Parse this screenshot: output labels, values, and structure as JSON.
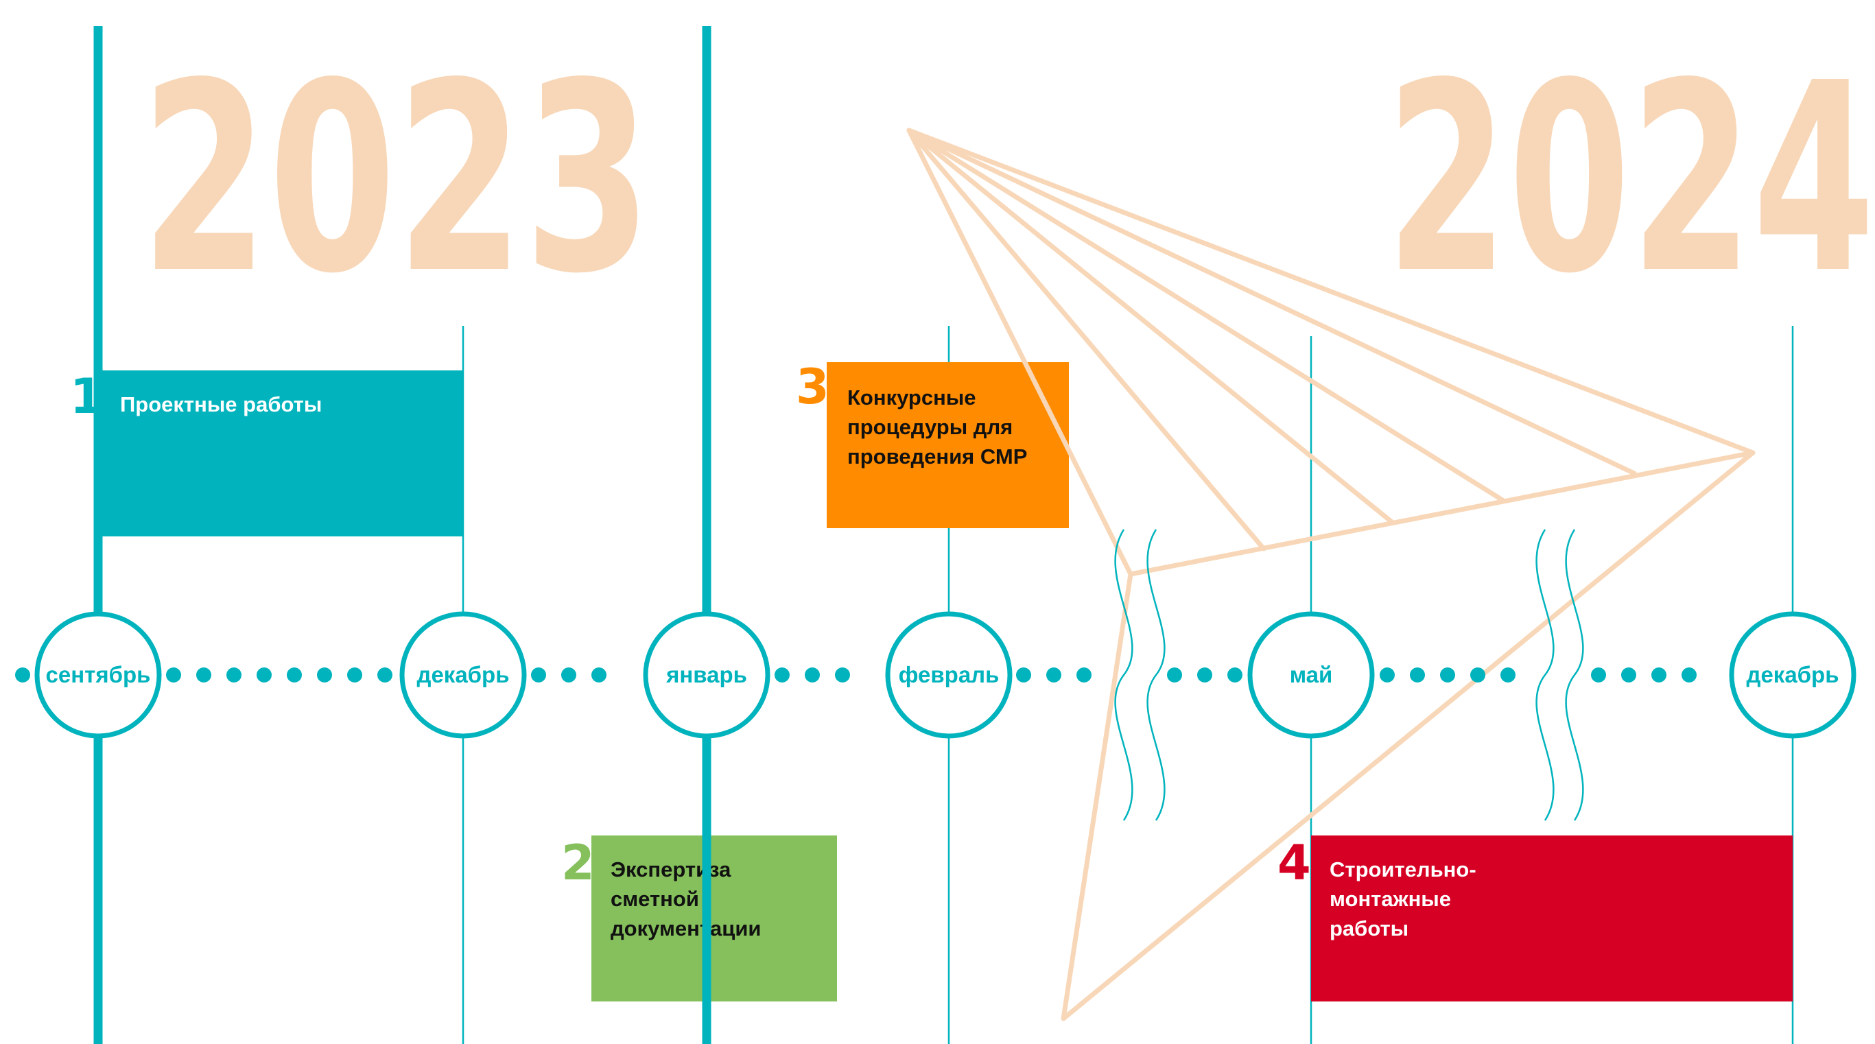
{
  "years": [
    "2023",
    "2024"
  ],
  "months": [
    "сентябрь",
    "декабрь",
    "январь",
    "февраль",
    "май",
    "декабрь"
  ],
  "stages": [
    {
      "number": "1",
      "lines": [
        "Проектные работы"
      ],
      "color": "#00b3bd",
      "text_color": "#ffffff",
      "number_color": "#00b3bd"
    },
    {
      "number": "2",
      "lines": [
        "Экспертиза",
        "сметной",
        "документации"
      ],
      "color": "#85c05c",
      "text_color": "#111111",
      "number_color": "#85c05c"
    },
    {
      "number": "3",
      "lines": [
        "Конкурсные",
        "процедуры для",
        "проведения СМР"
      ],
      "color": "#ff8c00",
      "text_color": "#111111",
      "number_color": "#ff8c00"
    },
    {
      "number": "4",
      "lines": [
        "Строительно-",
        "монтажные",
        "работы"
      ],
      "color": "#d50023",
      "text_color": "#ffffff",
      "number_color": "#d50023"
    }
  ],
  "colors": {
    "accent": "#00b3bd",
    "decor": "#f8d7b8"
  }
}
